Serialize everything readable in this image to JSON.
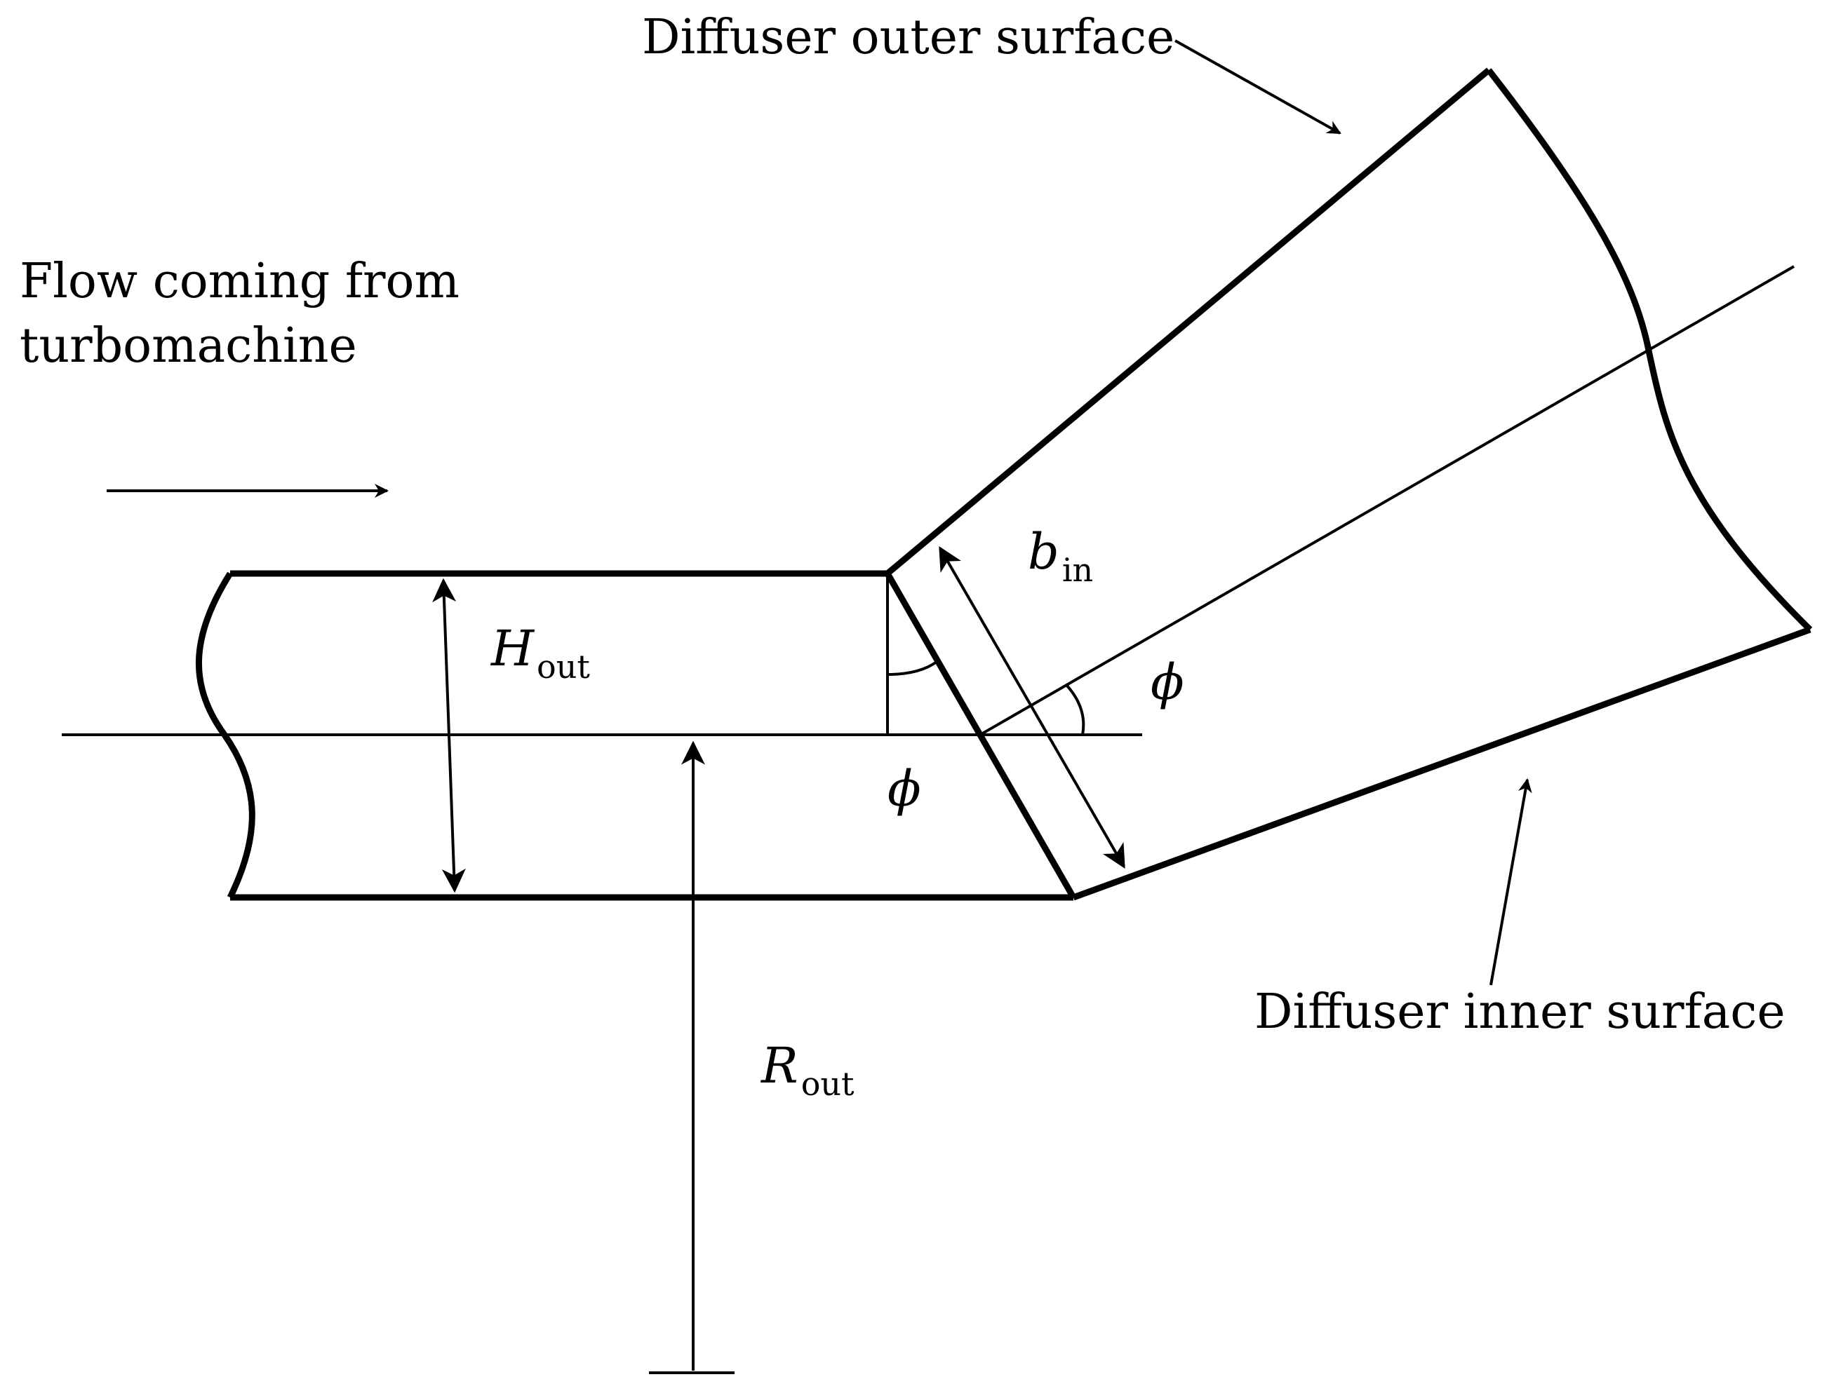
{
  "labels": {
    "outer_surface": "Diffuser outer surface",
    "inner_surface": "Diffuser inner surface",
    "flow_line1": "Flow coming from",
    "flow_line2": "turbomachine"
  },
  "symbols": {
    "h_out": {
      "base": "H",
      "sub": "out"
    },
    "b_in": {
      "base": "b",
      "sub": "in"
    },
    "r_out": {
      "base": "R",
      "sub": "out"
    },
    "phi_lower": "ϕ",
    "phi_upper": "ϕ"
  }
}
